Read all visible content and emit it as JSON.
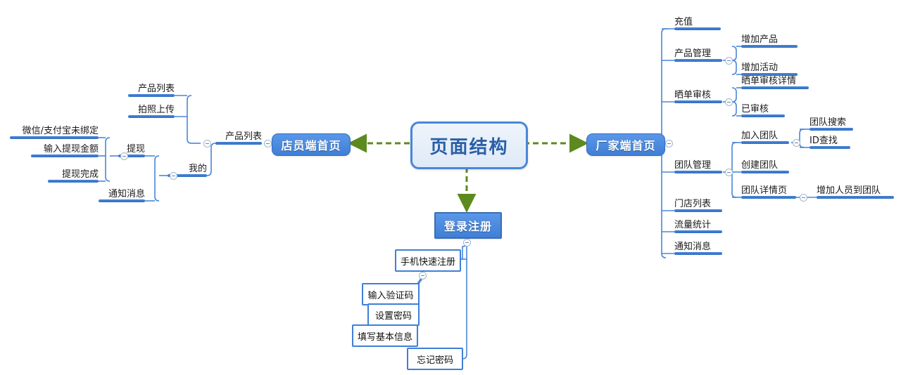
{
  "diagram": {
    "title": "页面结构",
    "type": "mindmap",
    "colors": {
      "branch_bar": "#3f7fd6",
      "node_fill": "#4a86d8",
      "root_border": "#4a86d8",
      "root_fill": "#e6eef8",
      "connector": "#4a86d8",
      "arrow": "#5c8a1e",
      "text": "#1a1a1a",
      "node_text": "#ffffff"
    },
    "root": {
      "label": "页面结构"
    },
    "main_nodes": [
      {
        "id": "clerk",
        "label": "店员端首页",
        "side": "left"
      },
      {
        "id": "factory",
        "label": "厂家端首页",
        "side": "right"
      },
      {
        "id": "auth",
        "label": "登录注册",
        "side": "bottom"
      }
    ],
    "left_branch": {
      "parent": "店员端首页",
      "items": [
        {
          "label": "产品列表",
          "children": [
            {
              "label": "产品列表"
            },
            {
              "label": "拍照上传"
            }
          ]
        },
        {
          "label": "我的",
          "children": [
            {
              "label": "提现",
              "children": [
                {
                  "label": "微信/支付宝未绑定"
                },
                {
                  "label": "输入提现金额"
                },
                {
                  "label": "提现完成"
                }
              ]
            },
            {
              "label": "通知消息"
            }
          ]
        }
      ]
    },
    "right_branch": {
      "parent": "厂家端首页",
      "items": [
        {
          "label": "充值",
          "children": []
        },
        {
          "label": "产品管理",
          "children": [
            {
              "label": "增加产品"
            },
            {
              "label": "增加活动"
            }
          ]
        },
        {
          "label": "晒单审核",
          "children": [
            {
              "label": "晒单审核详情"
            },
            {
              "label": "已审核"
            }
          ]
        },
        {
          "label": "团队管理",
          "children": [
            {
              "label": "加入团队",
              "children": [
                {
                  "label": "团队搜索"
                },
                {
                  "label": "ID查找"
                }
              ]
            },
            {
              "label": "创建团队"
            },
            {
              "label": "团队详情页",
              "children": [
                {
                  "label": "增加人员到团队"
                }
              ]
            }
          ]
        },
        {
          "label": "门店列表",
          "children": []
        },
        {
          "label": "流量统计",
          "children": []
        },
        {
          "label": "通知消息",
          "children": []
        }
      ]
    },
    "bottom_branch": {
      "parent": "登录注册",
      "items": [
        {
          "label": "手机快速注册",
          "children": [
            {
              "label": "输入验证码"
            },
            {
              "label": "设置密码"
            },
            {
              "label": "填写基本信息"
            }
          ]
        },
        {
          "label": "忘记密码",
          "children": []
        }
      ]
    }
  }
}
